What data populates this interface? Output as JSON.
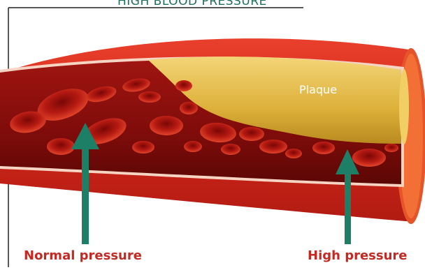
{
  "title": "HIGH BLOOD PRESSURE",
  "labels": {
    "plaque": "Plaque",
    "normal_pressure": "Normal pressure",
    "high_pressure": "High pressure"
  },
  "colors": {
    "vessel_outer": "#d42b1e",
    "vessel_wall": "#ec5b2a",
    "lumen": "#8e0f0c",
    "plaque": "#e0b43a",
    "arrow": "#1e7f67",
    "caption": "#c22a23",
    "title": "#1e6f5c"
  }
}
